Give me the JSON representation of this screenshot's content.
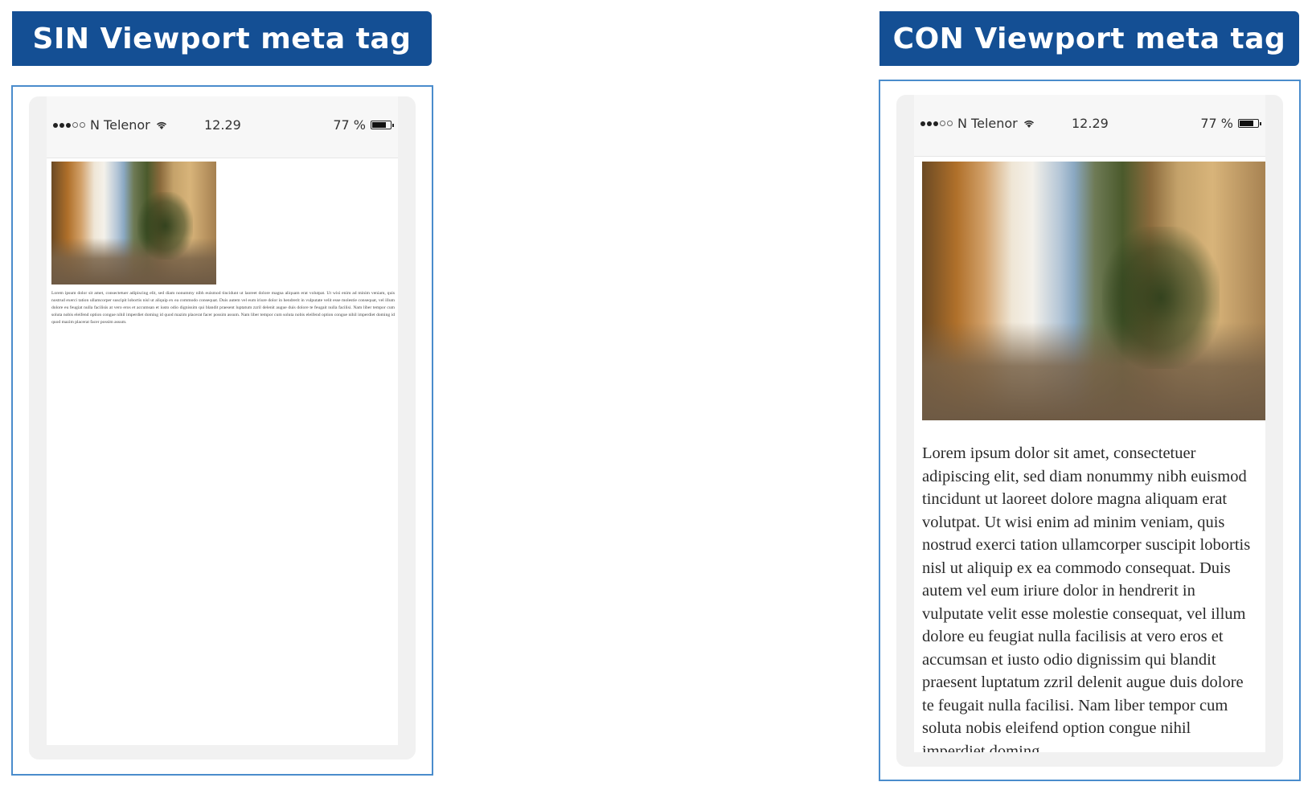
{
  "panels": [
    {
      "heading": "SIN Viewport meta tag",
      "status": {
        "carrier": "N Telenor",
        "time": "12.29",
        "battery_text": "77 %",
        "battery_level": 0.77
      },
      "body_text": "Lorem ipsum dolor sit amet, consectetuer adipiscing elit, sed diam nonummy nibh euismod tincidunt ut laoreet dolore magna aliquam erat volutpat. Ut wisi enim ad minim veniam, quis nostrud exerci tation ullamcorper suscipit lobortis nisl ut aliquip ex ea commodo consequat. Duis autem vel eum iriure dolor in hendrerit in vulputate velit esse molestie consequat, vel illum dolore eu feugiat nulla facilisis at vero eros et accumsan et iusto odio dignissim qui blandit praesent luptatum zzril delenit augue duis dolore te feugait nulla facilisi. Nam liber tempor cum soluta nobis eleifend option congue nihil imperdiet doming id quod mazim placerat facer possim assum. Nam liber tempor cum soluta nobis eleifend option congue nihil imperdiet doming id quod mazim placerat facer possim assum."
    },
    {
      "heading": "CON Viewport meta tag",
      "status": {
        "carrier": "N Telenor",
        "time": "12.29",
        "battery_text": "77 %",
        "battery_level": 0.77
      },
      "body_text": "Lorem ipsum dolor sit amet, consectetuer adipiscing elit, sed diam nonummy nibh euismod tincidunt ut laoreet dolore magna aliquam erat volutpat. Ut wisi enim ad minim veniam, quis nostrud exerci tation ullamcorper suscipit lobortis nisl ut aliquip ex ea commodo consequat. Duis autem vel eum iriure dolor in hendrerit in vulputate velit esse molestie consequat, vel illum dolore eu feugiat nulla facilisis at vero eros et accumsan et iusto odio dignissim qui blandit praesent luptatum zzril delenit augue duis dolore te feugait nulla facilisi. Nam liber tempor cum soluta nobis eleifend option congue nihil imperdiet doming"
    }
  ],
  "colors": {
    "header_bg": "#144f94",
    "frame_border": "#4a8ccc"
  },
  "icons": {
    "signal": "signal-strength-icon",
    "wifi": "wifi-icon",
    "battery": "battery-icon"
  }
}
